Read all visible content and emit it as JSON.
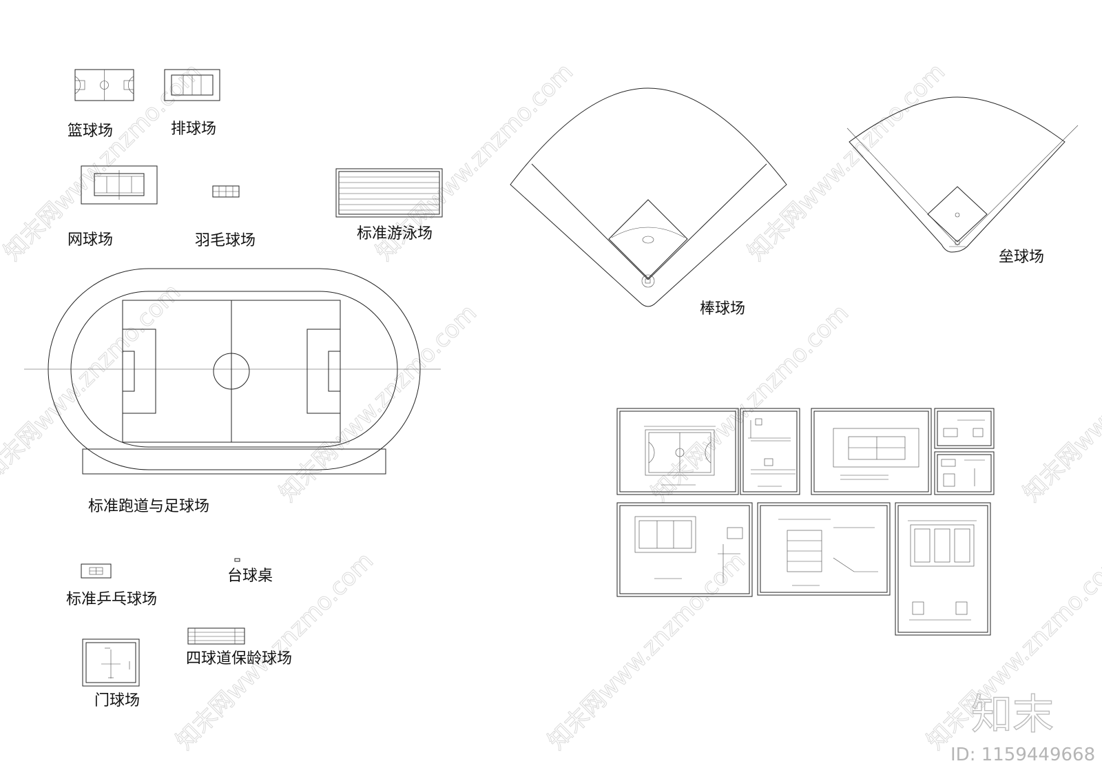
{
  "labels": {
    "basketball": "篮球场",
    "volleyball": "排球场",
    "tennis": "网球场",
    "badminton": "羽毛球场",
    "pool": "标准游泳场",
    "track": "标准跑道与足球场",
    "baseball": "棒球场",
    "softball": "垒球场",
    "table_tennis": "标准乒乓球场",
    "billiards": "台球桌",
    "bowling": "四球道保龄球场",
    "gateball": "门球场"
  },
  "watermark": {
    "text": "知末网www.znzmo.com",
    "logo": "知末",
    "id": "ID: 1159449668"
  },
  "colors": {
    "line": "#222222",
    "watermark": "#d6d6d6",
    "background": "#ffffff"
  }
}
